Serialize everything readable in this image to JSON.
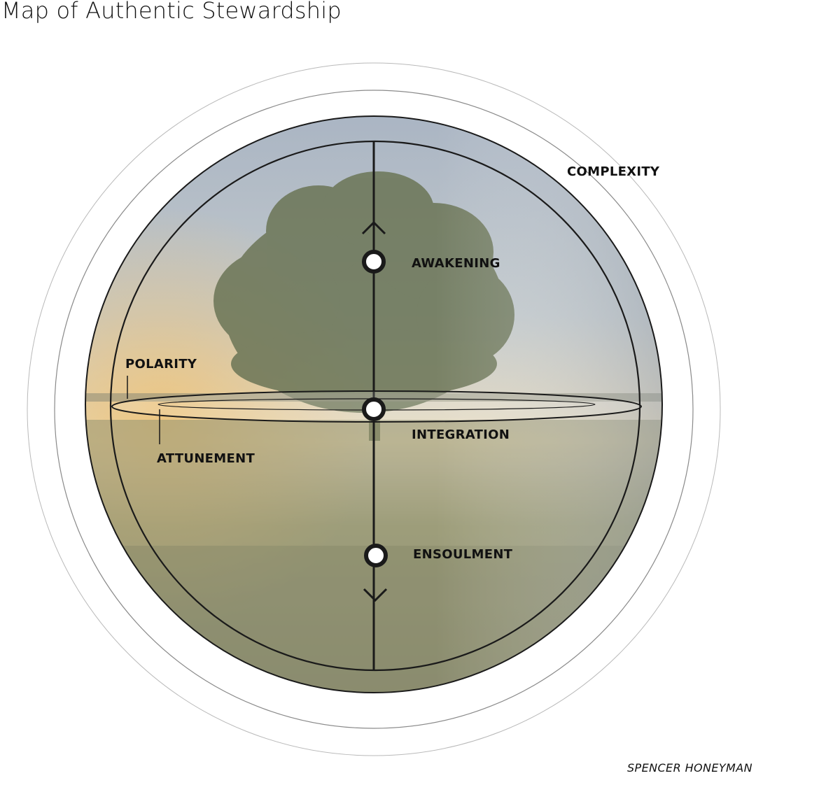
{
  "title": "Map of Authentic Stewardship",
  "author": "SPENCER HONEYMAN",
  "labels": {
    "complexity": "COMPLEXITY",
    "awakening": "AWAKENING",
    "polarity": "POLARITY",
    "integration": "INTEGRATION",
    "attunement": "ATTUNEMENT",
    "ensoulment": "ENSOULMENT"
  },
  "colors": {
    "line": "#1a1a1a",
    "sky": "#aeb8c4",
    "horizon_glow": "#e8c98a",
    "field": "#8c8f6c",
    "tree": "#5e6a4a"
  }
}
